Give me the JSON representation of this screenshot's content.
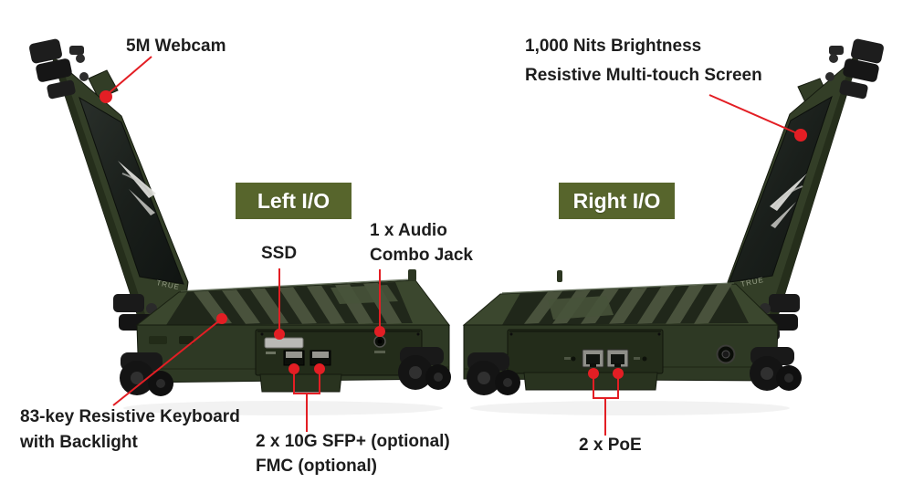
{
  "diagram": {
    "type": "product-feature-callout-diagram",
    "subject": "rugged laptop, left and right side views"
  },
  "badges": {
    "left": "Left I/O",
    "right": "Right I/O"
  },
  "callouts": {
    "webcam": {
      "text": "5M Webcam"
    },
    "screen": {
      "line1": "1,000 Nits Brightness",
      "line2": "Resistive Multi-touch Screen"
    },
    "ssd": {
      "text": "SSD"
    },
    "audio": {
      "line1": "1 x Audio",
      "line2": "Combo Jack"
    },
    "keyboard": {
      "line1": "83-key Resistive Keyboard",
      "line2": "with Backlight"
    },
    "sfp": {
      "line1": "2 x 10G SFP+ (optional)",
      "line2": "FMC (optional)"
    },
    "poe": {
      "text": "2 x PoE"
    }
  },
  "laptop": {
    "spine_logo": "TRUE"
  },
  "colors": {
    "background": "#ffffff",
    "badge_green": "#57652c",
    "annotation_red": "#e31e24",
    "label_text": "#1d1d1d",
    "laptop_body_green": "#36422a",
    "screen_black": "#1b201c"
  }
}
